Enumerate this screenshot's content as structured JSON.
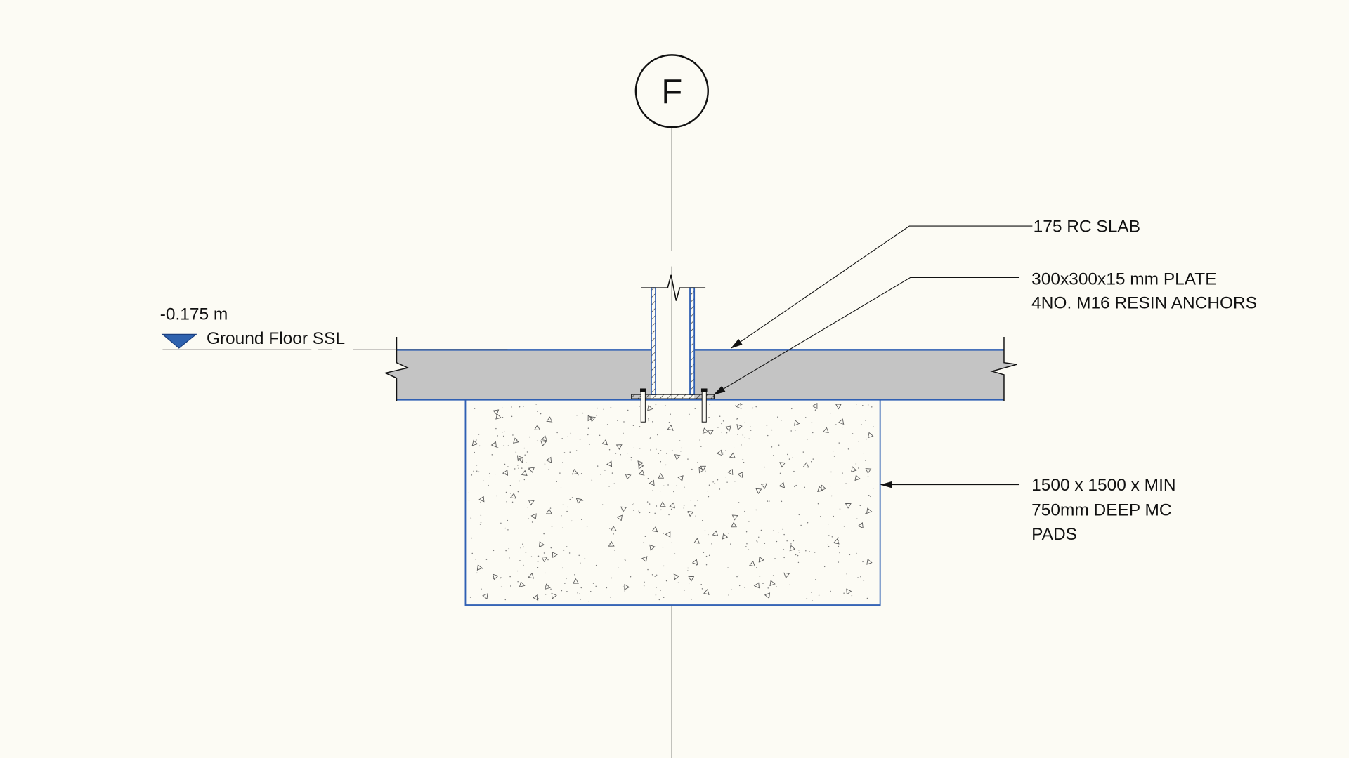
{
  "grid_bubble": {
    "label": "F"
  },
  "level": {
    "value": "-0.175 m",
    "name": "Ground Floor SSL"
  },
  "annotations": {
    "slab": "175 RC SLAB",
    "plate_line1": "300x300x15 mm PLATE",
    "plate_line2": "4NO. M16 RESIN ANCHORS",
    "pad_line1": "1500 x 1500 x MIN",
    "pad_line2": "750mm DEEP MC",
    "pad_line3": "PADS"
  },
  "colors": {
    "background": "#fcfbf4",
    "outline": "#2f5fb3",
    "slab": "#c4c4c4",
    "level_marker": "#2f62ae"
  }
}
